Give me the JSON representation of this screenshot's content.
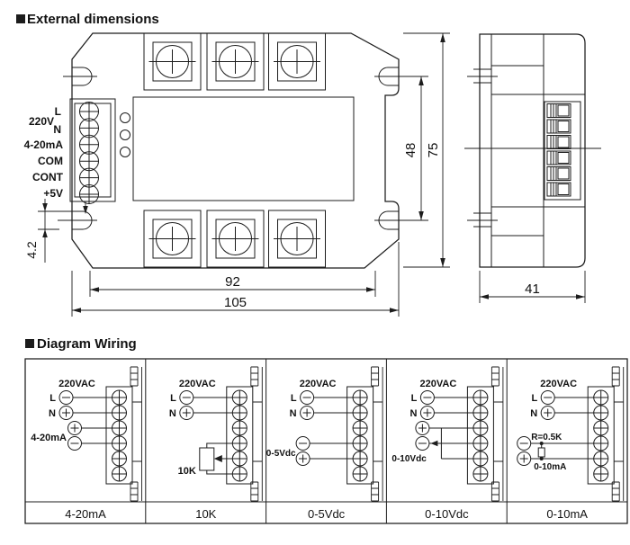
{
  "sections": {
    "external": {
      "title": "External dimensions"
    },
    "wiring": {
      "title": "Diagram Wiring"
    }
  },
  "front_view": {
    "terminal_labels": {
      "l": "L",
      "v220": "220V",
      "n": "N",
      "ma": "4-20mA",
      "com": "COM",
      "cont": "CONT",
      "v5": "+5V"
    }
  },
  "dimensions": {
    "inner_height": "48",
    "height": "75",
    "slot": "4.2",
    "inner_width": "92",
    "width": "105",
    "depth": "41"
  },
  "wiring_panels": [
    {
      "power": "220VAC",
      "line": "L",
      "neutral": "N",
      "input": "4-20mA",
      "caption": "4-20mA"
    },
    {
      "power": "220VAC",
      "line": "L",
      "neutral": "N",
      "input": "10K",
      "caption": "10K"
    },
    {
      "power": "220VAC",
      "line": "L",
      "neutral": "N",
      "input": "0-5Vdc",
      "caption": "0-5Vdc"
    },
    {
      "power": "220VAC",
      "line": "L",
      "neutral": "N",
      "input": "0-10Vdc",
      "caption": "0-10Vdc"
    },
    {
      "power": "220VAC",
      "line": "L",
      "neutral": "N",
      "input": "0-10mA",
      "resistor": "R=0.5K",
      "caption": "0-10mA"
    }
  ],
  "line_color": "#1c1c1c"
}
